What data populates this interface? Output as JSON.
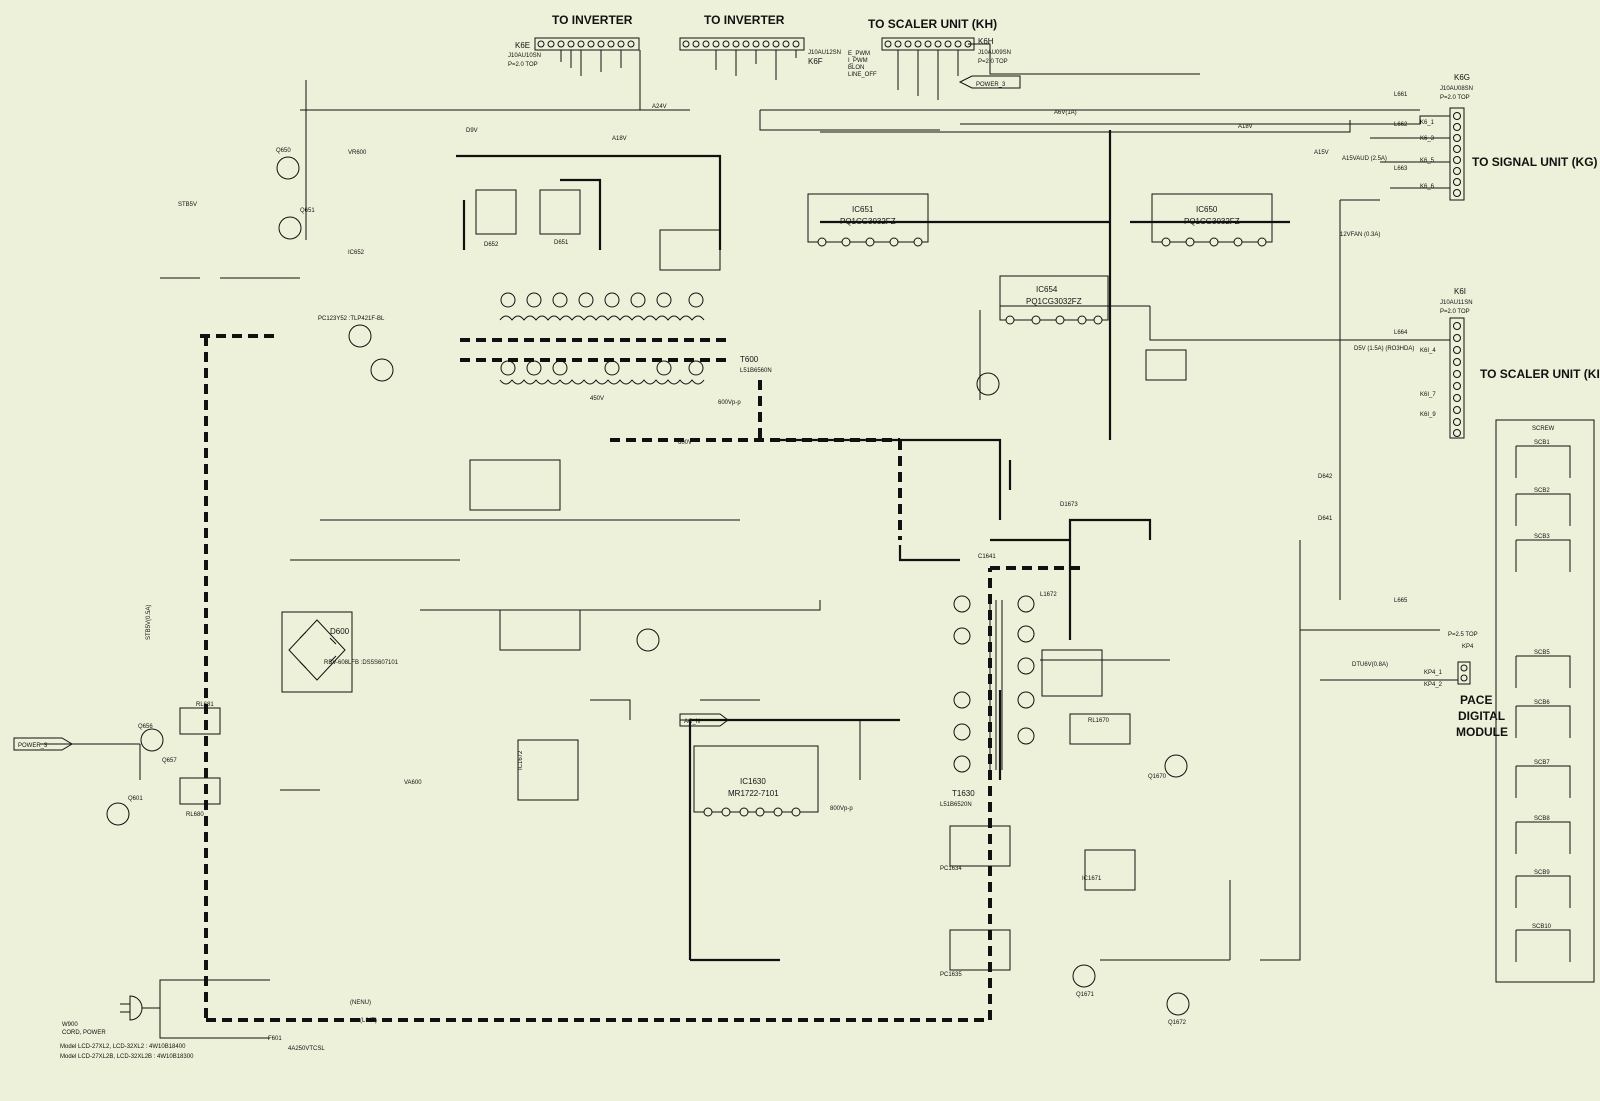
{
  "headers": {
    "to_inverter_1": "TO INVERTER",
    "to_inverter_2": "TO INVERTER",
    "to_scaler_kh": "TO SCALER UNIT (KH)",
    "to_signal_kg": "TO SIGNAL UNIT (KG)",
    "to_scaler_ki": "TO SCALER UNIT (KI)",
    "pace_module": [
      "PACE",
      "DIGITAL",
      "MODULE"
    ]
  },
  "connectors": {
    "k6e": {
      "name": "K6E",
      "part": "J10AU10SN",
      "pitch": "P=2.0 TOP"
    },
    "k6f": {
      "name": "K6F",
      "part": "J10AU12SN",
      "pins": [
        "E_PWM",
        "I_PWM",
        "BLON",
        "LINE_OFF"
      ]
    },
    "k6h": {
      "name": "K6H",
      "part": "J10AU09SN",
      "pitch": "P=2.0 TOP"
    },
    "k6g": {
      "name": "K6G",
      "part": "J10AU08SN",
      "pitch": "P=2.0 TOP",
      "pins": [
        "K6_1",
        "K6_3",
        "K6_5",
        "K6_6"
      ]
    },
    "k6i": {
      "name": "K6I",
      "part": "J10AU11SN",
      "pitch": "P=2.0 TOP",
      "pins": [
        "K6I_4",
        "K6I_7",
        "K6I_9"
      ]
    },
    "kp4": {
      "name": "KP4",
      "pitch": "P=2.5 TOP",
      "pins": [
        "KP4_1",
        "KP4_2"
      ]
    }
  },
  "ics": [
    {
      "id": "ic651",
      "name": "IC651",
      "part": "PQ1CG3032FZ"
    },
    {
      "id": "ic650",
      "name": "IC650",
      "part": "PQ1CG3032FZ"
    },
    {
      "id": "ic654",
      "name": "IC654",
      "part": "PQ1CG3032FZ"
    },
    {
      "id": "ic1630",
      "name": "IC1630",
      "part": "MR1722-7101"
    }
  ],
  "transformers": [
    {
      "id": "t600",
      "name": "T600",
      "part": "L51B6560N"
    },
    {
      "id": "t1630",
      "name": "T1630",
      "part": "L51B6520N"
    }
  ],
  "rails": {
    "a24v": "A24V",
    "a18v_1": "A18V",
    "a18v_2": "A18V",
    "a6v": "A6V(1A)",
    "d9v": "D9V",
    "stb5v": "STB5V",
    "stb5v_05a": "STB5V(0.5A)",
    "a15v": "A15V",
    "a15vaud": "A15VAUD (2.5A)",
    "12vfan": "12VFAN (0.3A)",
    "d5v": "D5V (1.5A) (RO3HDA)",
    "dtu6v": "DTU6V(0.8A)",
    "v450": "450V",
    "v600": "600V",
    "v600vpp": "600Vp-p",
    "v800vpp": "800Vp-p",
    "power3": "POWER_3"
  },
  "screw_panel": {
    "title": "SCREW",
    "items": [
      "SCB1",
      "SCB2",
      "SCB3",
      "SCB5",
      "SCB6",
      "SCB7",
      "SCB8",
      "SCB9",
      "SCB10"
    ]
  },
  "bottom_notes": {
    "w900": "W900",
    "cord": "CORD, POWER",
    "model1": "Model LCD-27XL2, LCD-32XL2 : 4W10B18400",
    "model2": "Model LCD-27XL2B, LCD-32XL2B : 4W10B18300",
    "fuse": "F601",
    "fuse_val": "4A250VTCSL",
    "nenu": "(NENU)",
    "live": "(LIVE)"
  },
  "component_labels": {
    "q650": "Q650",
    "q651": "Q651",
    "pc1": "PC123Y52 :TLP421F-BL",
    "ic652": "IC652",
    "vr600": "VR600",
    "d600": "D600",
    "d600_part": "RBV-608LFB :DS5S607101",
    "ic1672": "IC1672",
    "ic1671": "IC1671",
    "pc1634": "PC1634",
    "pc1635": "PC1635",
    "q1670": "Q1670",
    "q1671": "Q1671",
    "q1672": "Q1672",
    "rl681": "RL681",
    "rl680": "RL680",
    "rl1670": "RL1670",
    "ac_n": "AC_N",
    "va600": "VA600",
    "c1641": "C1641",
    "l1672": "L1672",
    "d1673": "D1673",
    "d642": "D642",
    "d641": "D641",
    "l661": "L661",
    "l662": "L662",
    "l663": "L663",
    "l664": "L664",
    "l665": "L665",
    "q657": "Q657",
    "q656": "Q656",
    "q601": "Q601",
    "d651": "D651",
    "d652": "D652"
  }
}
